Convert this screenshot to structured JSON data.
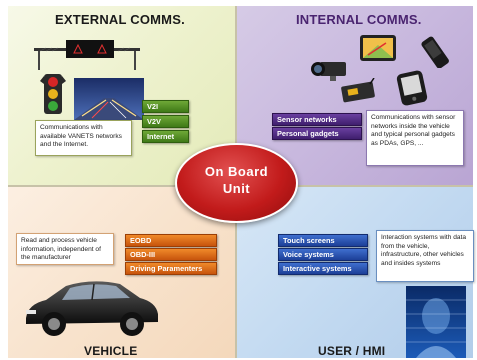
{
  "external": {
    "title": "EXTERNAL COMMS.",
    "note": "Communications with available VANETS networks and the Internet.",
    "tags": [
      "V2I",
      "V2V",
      "Internet"
    ]
  },
  "internal": {
    "title": "INTERNAL COMMS.",
    "note": "Communications with sensor networks inside the vehicle and typical personal gadgets as PDAs, GPS, ...",
    "tags": [
      "Sensor networks",
      "Personal gadgets"
    ]
  },
  "vehicle": {
    "title": "VEHICLE",
    "note": "Read and process vehicle information, independent of the manufacturer",
    "tags": [
      "EOBD",
      "OBD-III",
      "Driving Paramenters"
    ]
  },
  "hmi": {
    "title": "USER / HMI",
    "note": "Interaction systems with data from the vehicle, infrastructure, other vehicles and insides systems",
    "tags": [
      "Touch screens",
      "Voice systems",
      "Interactive systems"
    ]
  },
  "center": {
    "line1": "On Board",
    "line2": "Unit"
  },
  "colors": {
    "external": "#e8edc2",
    "internal": "#c5b4dc",
    "vehicle": "#f7e1cb",
    "hmi": "#c3daf1",
    "center": "#c21b1b"
  }
}
